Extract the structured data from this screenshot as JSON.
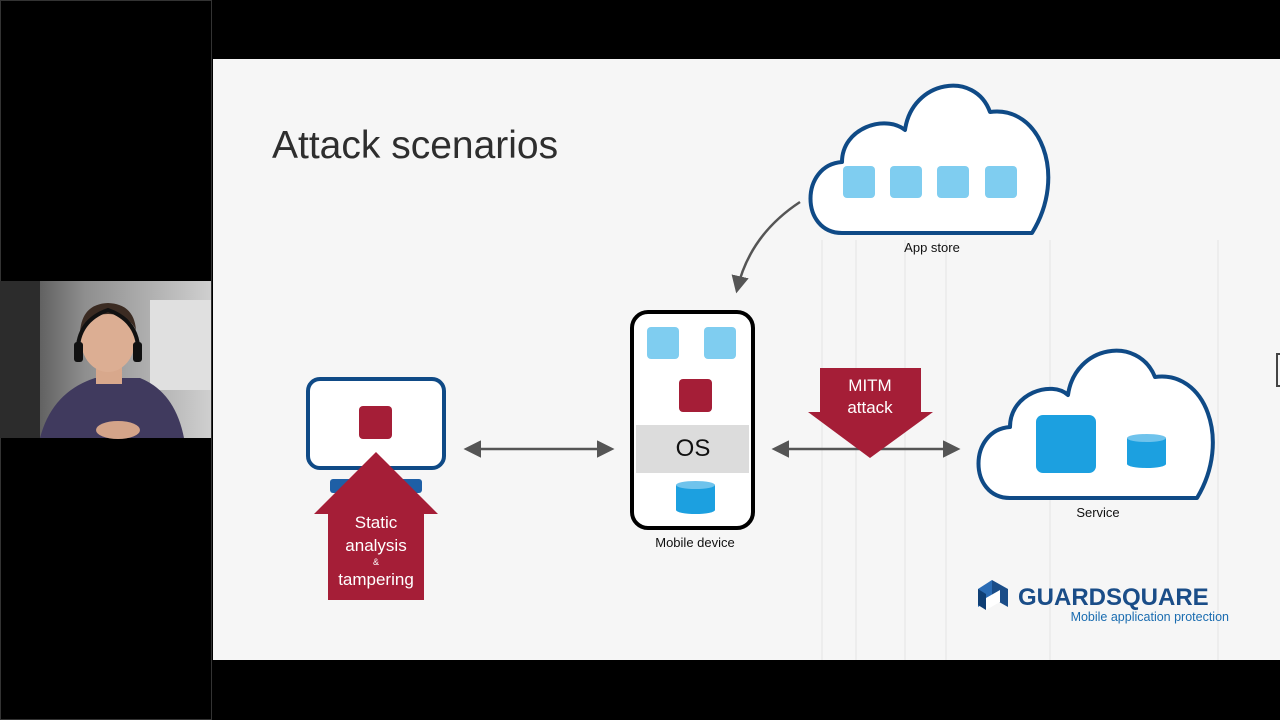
{
  "slide": {
    "title": "Attack scenarios",
    "app_store_label": "App store",
    "mobile_device_label": "Mobile device",
    "os_label": "OS",
    "service_label": "Service",
    "mitm_line1": "MITM",
    "mitm_line2": "attack",
    "static_line1": "Static",
    "static_line2": "analysis",
    "static_amp": "&",
    "static_line3": "tampering"
  },
  "brand": {
    "name": "GUARDSQUARE",
    "tagline": "Mobile application protection"
  },
  "webcam": {
    "participant": "Presenter"
  },
  "colors": {
    "dark_blue": "#0f4a86",
    "light_blue": "#7fcdf0",
    "mid_blue": "#1ca0e0",
    "crimson": "#a51e37",
    "os_band": "#dcdcdc",
    "arrow_gray": "#555555"
  }
}
